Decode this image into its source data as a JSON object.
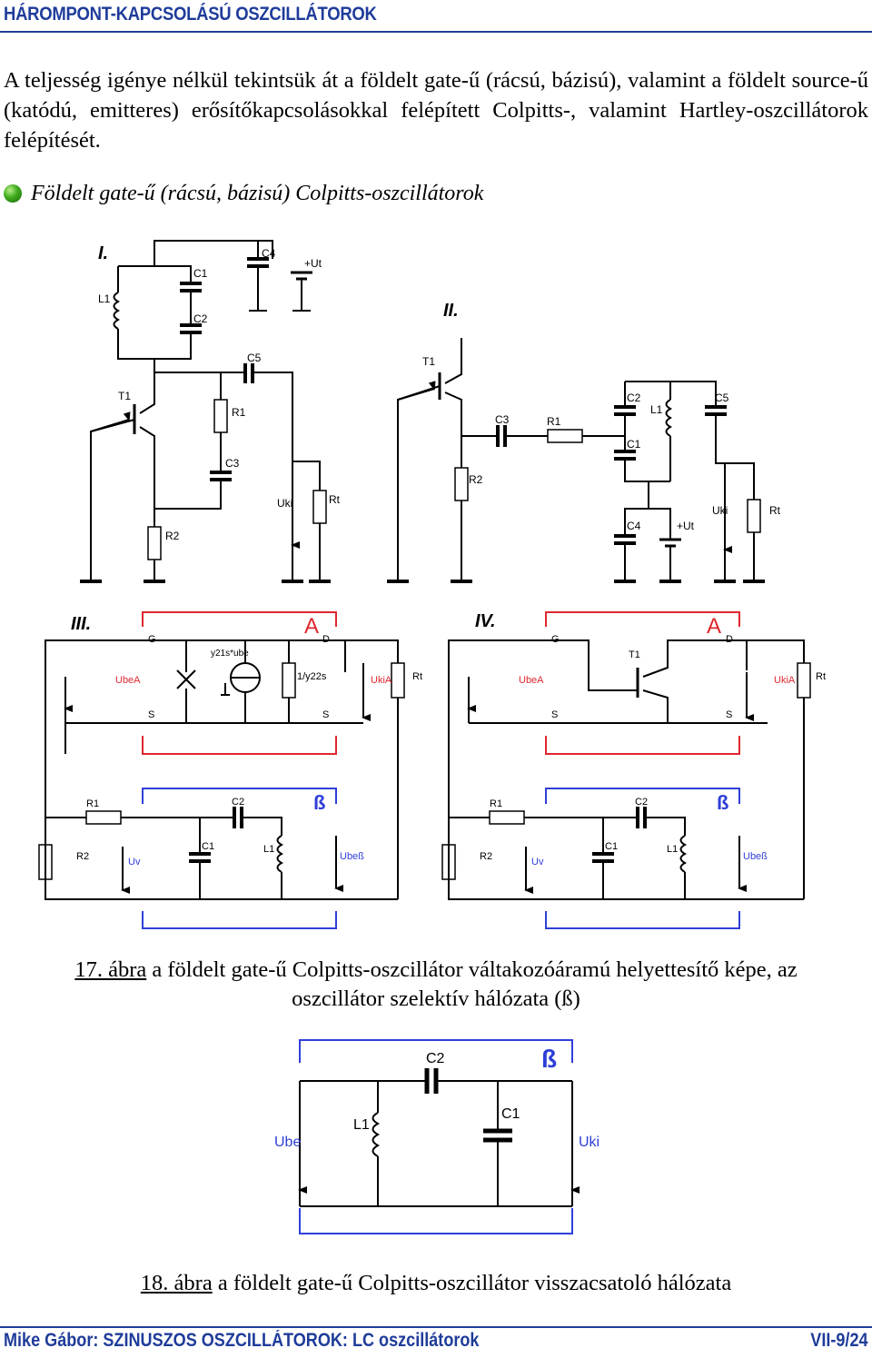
{
  "header": {
    "title": "HÁROMPONT-KAPCSOLÁSÚ OSZCILLÁTOROK"
  },
  "intro": "A teljesség igénye nélkül tekintsük át a földelt gate-ű (rácsú, bázisú), valamint a földelt source-ű (katódú, emitteres) erősítőkapcsolásokkal felépített Colpitts-, valamint Hartley-oszcillátorok felépítését.",
  "section_title": "Földelt gate-ű (rácsú, bázisú) Colpitts-oszcillátorok",
  "circuit_I": {
    "roman": "I.",
    "L1": "L1",
    "C1": "C1",
    "C2": "C2",
    "C3": "C3",
    "C4": "C4",
    "C5": "C5",
    "ut": "+Ut",
    "T1": "T1",
    "R1": "R1",
    "R2": "R2",
    "uki": "Uki",
    "rt": "Rt"
  },
  "circuit_II": {
    "roman": "II.",
    "T1": "T1",
    "C1": "C1",
    "C2": "C2",
    "C3": "C3",
    "C4": "C4",
    "C5": "C5",
    "L1": "L1",
    "R1": "R1",
    "R2": "R2",
    "ut": "+Ut",
    "uki": "Uki",
    "rt": "Rt"
  },
  "circuit_III": {
    "roman": "III.",
    "A": "A",
    "G": "G",
    "D": "D",
    "S1": "S",
    "S2": "S",
    "y21": "y21s*ube",
    "y22": "1/y22s",
    "ubea": "UbeA",
    "ukia": "UkiA",
    "rt": "Rt",
    "R1": "R1",
    "R2": "R2",
    "C1": "C1",
    "C2": "C2",
    "L1": "L1",
    "beta": "ß",
    "uv": "Uv",
    "ubeb": "Ubeß"
  },
  "circuit_IV": {
    "roman": "IV.",
    "A": "A",
    "G": "G",
    "D": "D",
    "S1": "S",
    "S2": "S",
    "T1": "T1",
    "ubea": "UbeA",
    "ukia": "UkiA",
    "rt": "Rt",
    "R1": "R1",
    "R2": "R2",
    "C1": "C1",
    "C2": "C2",
    "L1": "L1",
    "beta": "ß",
    "uv": "Uv",
    "ubeb": "Ubeß"
  },
  "figure17": {
    "number": "17. ábra",
    "caption": " a földelt gate-ű Colpitts-oszcillátor váltakozóáramú helyettesítő képe, az",
    "caption2": "oszcillátor szelektív hálózata (ß)"
  },
  "circuit_18": {
    "C2": "C2",
    "C1": "C1",
    "L1": "L1",
    "beta": "ß",
    "ube": "Ube",
    "uki": "Uki"
  },
  "figure18": {
    "number": "18. ábra",
    "caption": " a földelt gate-ű Colpitts-oszcillátor visszacsatoló hálózata"
  },
  "footer": {
    "left": "Mike Gábor: SZINUSZOS OSZCILLÁTOROK: LC oszcillátorok",
    "right": "VII-9/24"
  },
  "colors": {
    "heading": "#1f3c9a",
    "blue_label": "#2f3fd9",
    "red_label": "#e0272f",
    "bracket_red": "#e0272f",
    "bracket_blue": "#2f3fd9"
  }
}
